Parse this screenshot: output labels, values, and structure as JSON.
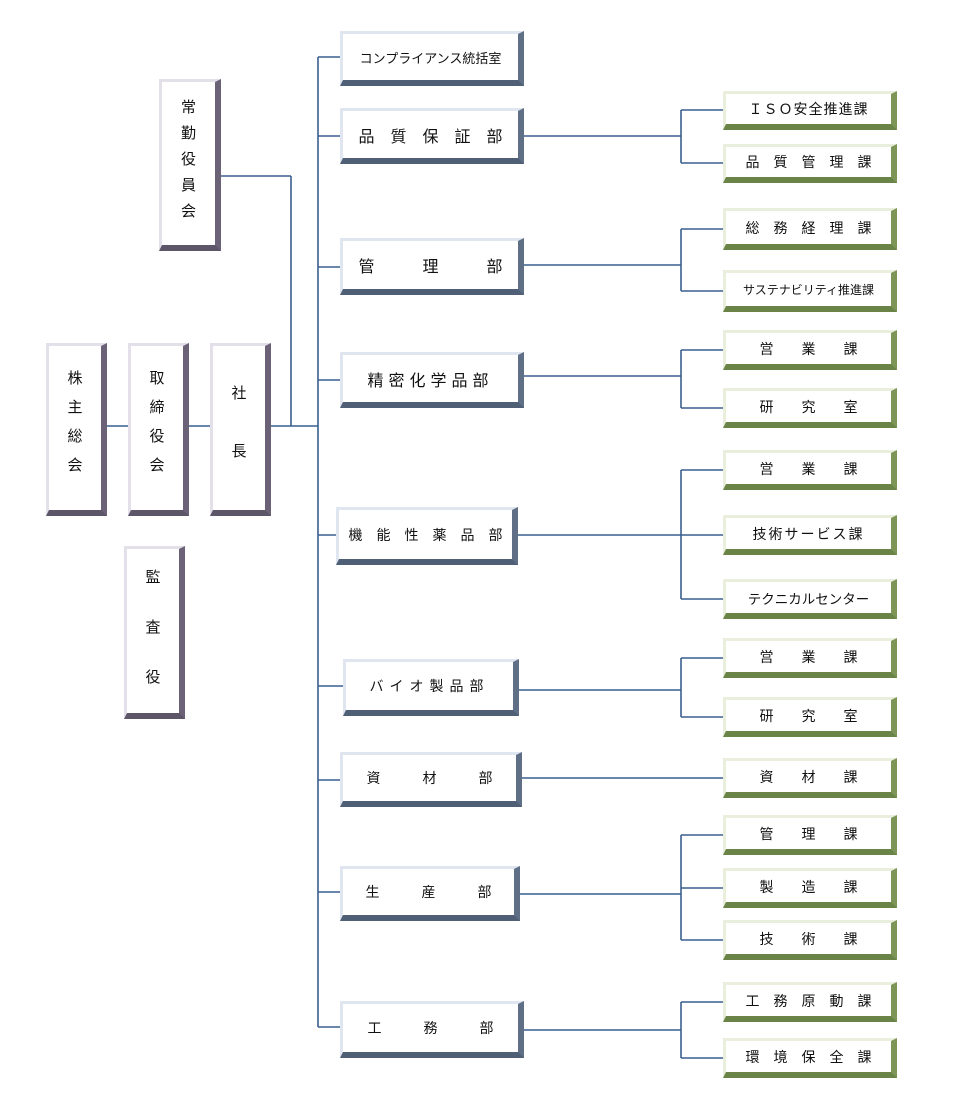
{
  "colors": {
    "line": "#3a5f8f",
    "purple_frame": "#6b6278",
    "blue_frame": "#5f6f86",
    "green_frame": "#7d9657"
  },
  "governance": {
    "shareholders": "株主総会",
    "board": "取締役会",
    "president": "社　長",
    "executive_committee": "常勤役員会",
    "auditor": "監　査　役"
  },
  "departments": [
    {
      "name": "コンプライアンス統括室",
      "sections": []
    },
    {
      "name": "品　質　保　証　部",
      "sections": [
        "ＩＳＯ安全推進課",
        "品　質　管　理　課"
      ]
    },
    {
      "name": "管　　　理　　　部",
      "sections": [
        "総　務　経　理　課",
        "サステナビリティ推進課"
      ]
    },
    {
      "name": "精密化学品部",
      "sections": [
        "営　　業　　課",
        "研　　究　　室"
      ]
    },
    {
      "name": "機　能　性　薬　品　部",
      "sections": [
        "営　　業　　課",
        "技術サービス課",
        "テクニカルセンター"
      ]
    },
    {
      "name": "バイオ製品部",
      "sections": [
        "営　　業　　課",
        "研　　究　　室"
      ]
    },
    {
      "name": "資　　　材　　　部",
      "sections": [
        "資　　材　　課"
      ]
    },
    {
      "name": "生　　　産　　　部",
      "sections": [
        "管　　理　　課",
        "製　　造　　課",
        "技　　術　　課"
      ]
    },
    {
      "name": "工　　　務　　　部",
      "sections": [
        "工　務　原　動　課",
        "環　境　保　全　課"
      ]
    }
  ]
}
